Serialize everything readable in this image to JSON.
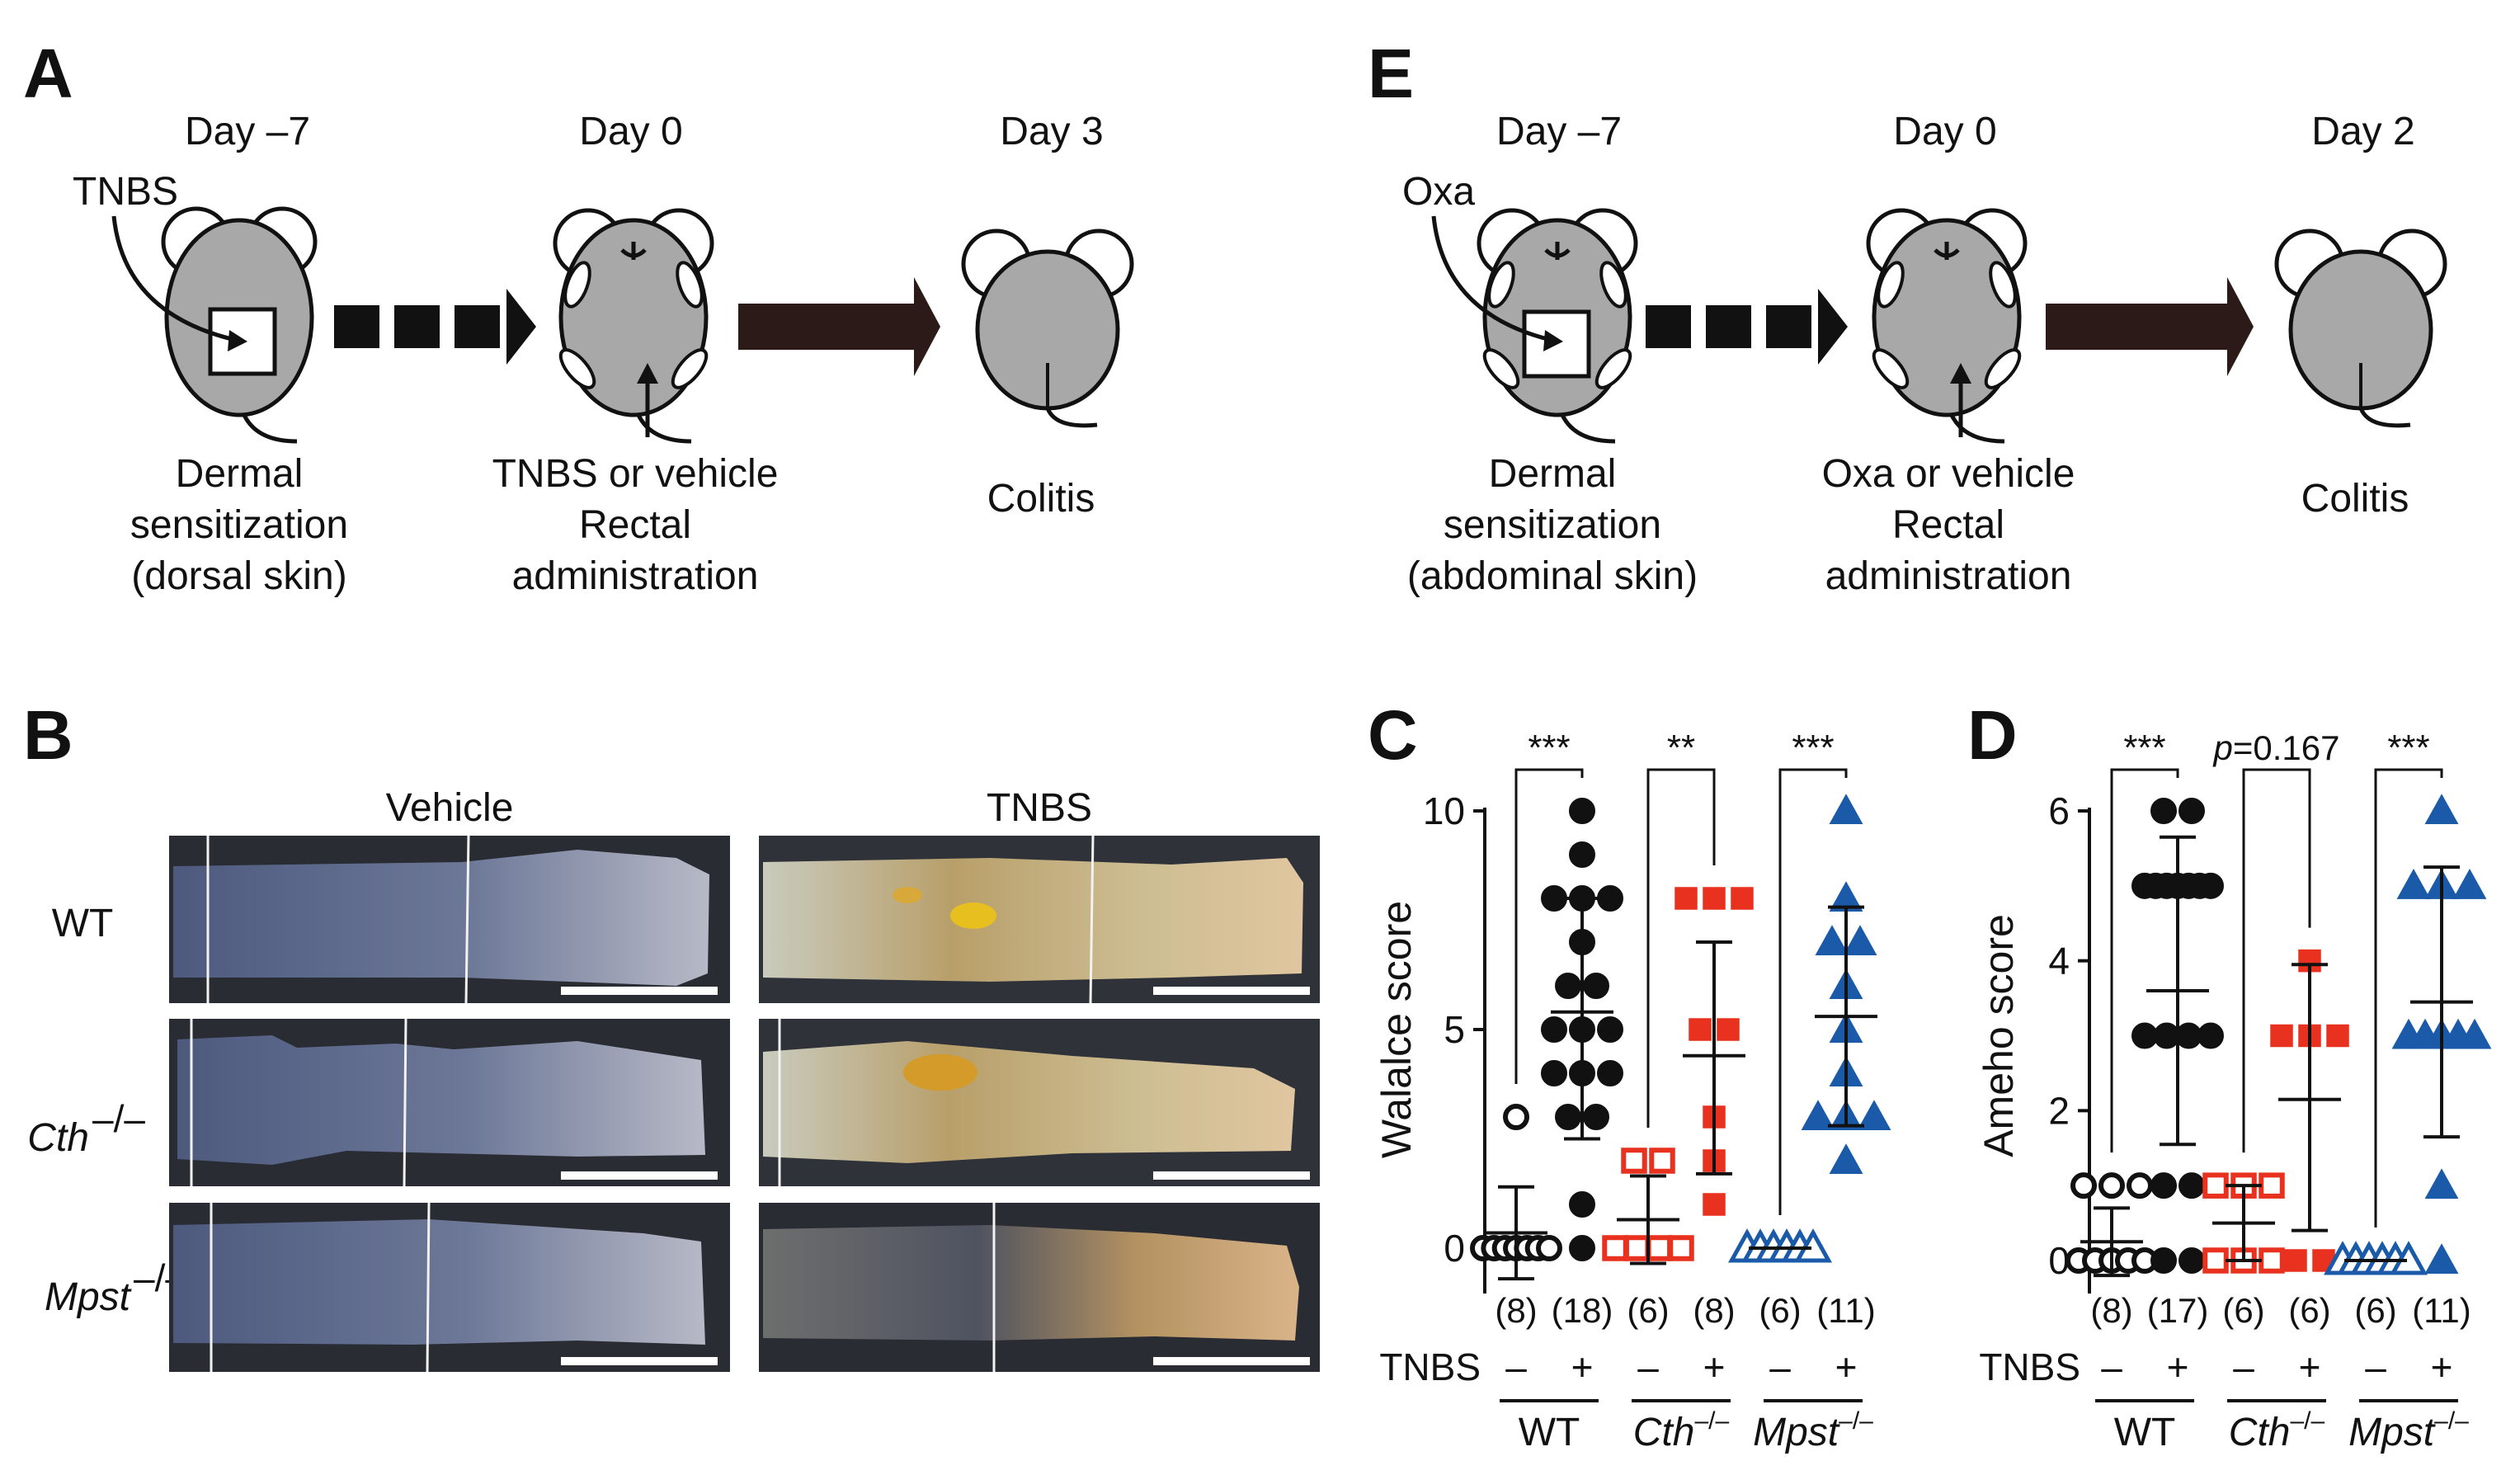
{
  "panels": {
    "A": {
      "letter": "A",
      "day1": "Day –7",
      "day2": "Day 0",
      "day3": "Day 3",
      "agent": "TNBS",
      "step1": [
        "Dermal",
        "sensitization",
        "(dorsal skin)"
      ],
      "step2": [
        "TNBS or vehicle",
        "Rectal",
        "administration"
      ],
      "step3": "Colitis"
    },
    "E": {
      "letter": "E",
      "day1": "Day –7",
      "day2": "Day 0",
      "day3": "Day 2",
      "agent": "Oxa",
      "step1": [
        "Dermal",
        "sensitization",
        "(abdominal skin)"
      ],
      "step2": [
        "Oxa or vehicle",
        "Rectal",
        "administration"
      ],
      "step3": "Colitis"
    },
    "B": {
      "letter": "B",
      "col_vehicle": "Vehicle",
      "col_tnbs": "TNBS",
      "row_wt": "WT",
      "row_cth_base": "Cth",
      "row_mpst_base": "Mpst",
      "ko_sup": "–/–"
    },
    "C": {
      "letter": "C"
    },
    "D": {
      "letter": "D"
    }
  },
  "colors": {
    "wt": "#111111",
    "cth": "#e8311f",
    "mpst": "#1a5aa8",
    "mouse_fill": "#a8a8a8",
    "arrow_brown": "#2b1a17"
  },
  "chart_data": [
    {
      "type": "scatter",
      "panel": "C",
      "ylabel": "Walalce score",
      "ylim": [
        0,
        10
      ],
      "yticks": [
        0,
        5,
        10
      ],
      "row_label": "TNBS",
      "treatment_labels": [
        "–",
        "+",
        "–",
        "+",
        "–",
        "+"
      ],
      "groups": [
        {
          "genotype": "WT",
          "treatment": "–",
          "n_label": "(8)",
          "marker": "circle-open",
          "color": "#111111",
          "values": [
            0,
            0,
            0,
            0,
            0,
            0,
            0,
            3
          ],
          "mean": 0.35,
          "sd_low": -0.7,
          "sd_high": 1.4
        },
        {
          "genotype": "WT",
          "treatment": "+",
          "n_label": "(18)",
          "marker": "circle",
          "color": "#111111",
          "values": [
            0,
            1,
            3,
            3,
            4,
            4,
            4,
            5,
            5,
            5,
            6,
            6,
            7,
            8,
            8,
            8,
            9,
            10
          ],
          "mean": 5.4,
          "sd_low": 2.5,
          "sd_high": 8.0
        },
        {
          "genotype": "Cth–/–",
          "treatment": "–",
          "n_label": "(6)",
          "marker": "square-open",
          "color": "#e8311f",
          "values": [
            0,
            0,
            0,
            0,
            2,
            2
          ],
          "mean": 0.65,
          "sd_low": -0.35,
          "sd_high": 1.65
        },
        {
          "genotype": "Cth–/–",
          "treatment": "+",
          "n_label": "(8)",
          "marker": "square",
          "color": "#e8311f",
          "values": [
            1,
            2,
            3,
            5,
            5,
            8,
            8,
            8
          ],
          "mean": 4.4,
          "sd_low": 1.7,
          "sd_high": 7.0
        },
        {
          "genotype": "Mpst–/–",
          "treatment": "–",
          "n_label": "(6)",
          "marker": "triangle-open",
          "color": "#1a5aa8",
          "values": [
            0,
            0,
            0,
            0,
            0,
            0
          ],
          "mean": 0,
          "sd_low": 0,
          "sd_high": 0
        },
        {
          "genotype": "Mpst–/–",
          "treatment": "+",
          "n_label": "(11)",
          "marker": "triangle",
          "color": "#1a5aa8",
          "values": [
            2,
            3,
            3,
            3,
            4,
            5,
            6,
            7,
            7,
            8,
            10
          ],
          "mean": 5.3,
          "sd_low": 2.8,
          "sd_high": 7.8
        }
      ],
      "brackets": [
        {
          "from": 0,
          "to": 1,
          "label": "***"
        },
        {
          "from": 2,
          "to": 3,
          "label": "**"
        },
        {
          "from": 4,
          "to": 5,
          "label": "***"
        }
      ],
      "genotype_labels": [
        {
          "base": "WT",
          "sup": ""
        },
        {
          "base": "Cth",
          "sup": "–/–"
        },
        {
          "base": "Mpst",
          "sup": "–/–"
        }
      ]
    },
    {
      "type": "scatter",
      "panel": "D",
      "ylabel": "Ameho score",
      "ylim": [
        0,
        6
      ],
      "yticks": [
        0,
        2,
        4,
        6
      ],
      "row_label": "TNBS",
      "treatment_labels": [
        "–",
        "+",
        "–",
        "+",
        "–",
        "+"
      ],
      "groups": [
        {
          "genotype": "WT",
          "treatment": "–",
          "n_label": "(8)",
          "marker": "circle-open",
          "color": "#111111",
          "values": [
            0,
            0,
            0,
            0,
            0,
            1,
            1,
            1
          ],
          "mean": 0.25,
          "sd_low": -0.2,
          "sd_high": 0.7
        },
        {
          "genotype": "WT",
          "treatment": "+",
          "n_label": "(17)",
          "marker": "circle",
          "color": "#111111",
          "values": [
            0,
            0,
            1,
            1,
            3,
            3,
            3,
            3,
            5,
            5,
            5,
            5,
            5,
            5,
            5,
            6,
            6
          ],
          "mean": 3.6,
          "sd_low": 1.55,
          "sd_high": 5.65
        },
        {
          "genotype": "Cth–/–",
          "treatment": "–",
          "n_label": "(6)",
          "marker": "square-open",
          "color": "#e8311f",
          "values": [
            0,
            0,
            0,
            1,
            1,
            1
          ],
          "mean": 0.5,
          "sd_low": 0,
          "sd_high": 1.0
        },
        {
          "genotype": "Cth–/–",
          "treatment": "+",
          "n_label": "(6)",
          "marker": "square",
          "color": "#e8311f",
          "values": [
            0,
            0,
            3,
            3,
            3,
            4
          ],
          "mean": 2.15,
          "sd_low": 0.4,
          "sd_high": 3.95
        },
        {
          "genotype": "Mpst–/–",
          "treatment": "–",
          "n_label": "(6)",
          "marker": "triangle-open",
          "color": "#1a5aa8",
          "values": [
            0,
            0,
            0,
            0,
            0,
            0
          ],
          "mean": 0,
          "sd_low": 0,
          "sd_high": 0
        },
        {
          "genotype": "Mpst–/–",
          "treatment": "+",
          "n_label": "(11)",
          "marker": "triangle",
          "color": "#1a5aa8",
          "values": [
            0,
            1,
            3,
            3,
            3,
            3,
            3,
            5,
            5,
            5,
            6
          ],
          "mean": 3.45,
          "sd_low": 1.65,
          "sd_high": 5.25
        }
      ],
      "brackets": [
        {
          "from": 0,
          "to": 1,
          "label": "***"
        },
        {
          "from": 2,
          "to": 3,
          "label": "p=0.167"
        },
        {
          "from": 4,
          "to": 5,
          "label": "***"
        }
      ],
      "genotype_labels": [
        {
          "base": "WT",
          "sup": ""
        },
        {
          "base": "Cth",
          "sup": "–/–"
        },
        {
          "base": "Mpst",
          "sup": "–/–"
        }
      ]
    }
  ]
}
